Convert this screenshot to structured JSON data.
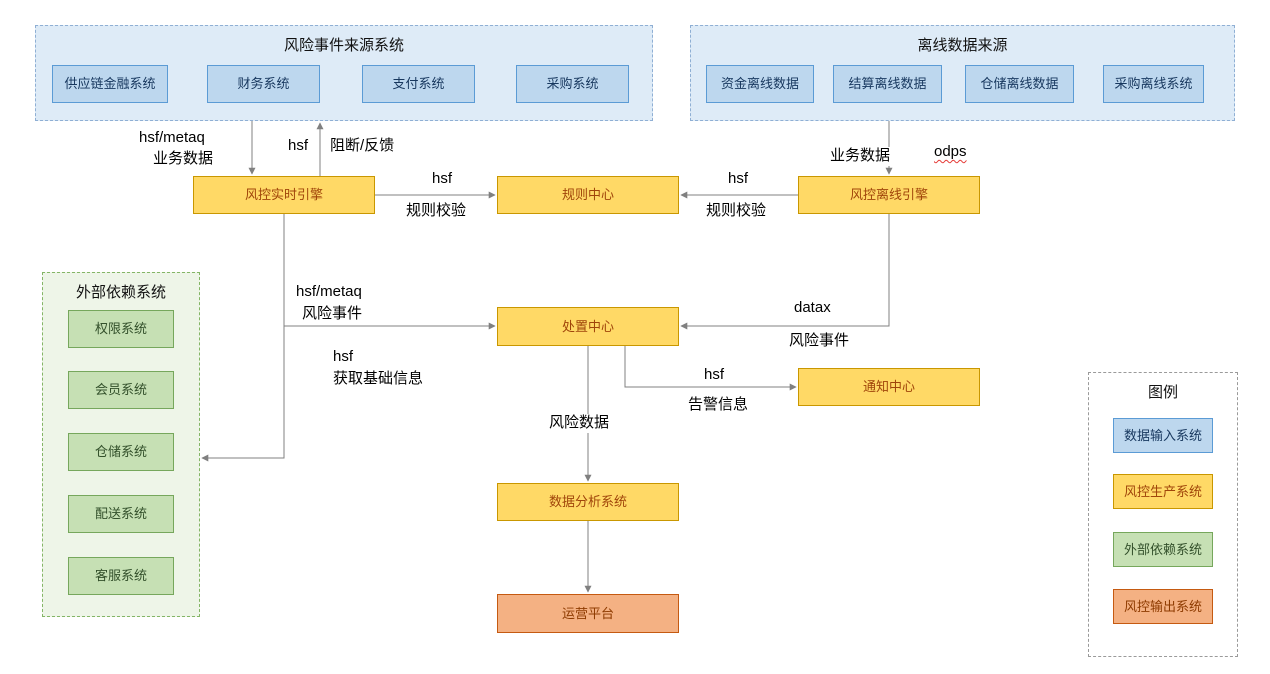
{
  "groups": {
    "risk_event_sources": {
      "title": "风险事件来源系统",
      "items": [
        "供应链金融系统",
        "财务系统",
        "支付系统",
        "采购系统"
      ]
    },
    "offline_data_sources": {
      "title": "离线数据来源",
      "items": [
        "资金离线数据",
        "结算离线数据",
        "仓储离线数据",
        "采购离线系统"
      ]
    },
    "external_dependencies": {
      "title": "外部依赖系统",
      "items": [
        "权限系统",
        "会员系统",
        "仓储系统",
        "配送系统",
        "客服系统"
      ]
    },
    "legend": {
      "title": "图例",
      "items": [
        {
          "label": "数据输入系统",
          "type": "blue"
        },
        {
          "label": "风控生产系统",
          "type": "yellow"
        },
        {
          "label": "外部依赖系统",
          "type": "green"
        },
        {
          "label": "风控输出系统",
          "type": "orange"
        }
      ]
    }
  },
  "nodes": {
    "realtime_engine": "风控实时引擎",
    "rule_center": "规则中心",
    "offline_engine": "风控离线引擎",
    "disposal_center": "处置中心",
    "notification_center": "通知中心",
    "data_analysis": "数据分析系统",
    "operation_platform": "运营平台"
  },
  "edge_labels": {
    "ingest_protocol": "hsf/metaq",
    "ingest_data": "业务数据",
    "feedback_protocol": "hsf",
    "feedback_action": "阻断/反馈",
    "realtime_rule_protocol": "hsf",
    "realtime_rule_action": "规则校验",
    "offline_rule_protocol": "hsf",
    "offline_rule_action": "规则校验",
    "offline_ingest_data": "业务数据",
    "offline_ingest_protocol": "odps",
    "realtime_event_protocol": "hsf/metaq",
    "realtime_event_data": "风险事件",
    "offline_event_protocol": "datax",
    "offline_event_data": "风险事件",
    "alert_protocol": "hsf",
    "alert_data": "告警信息",
    "basicinfo_protocol": "hsf",
    "basicinfo_data": "获取基础信息",
    "risk_data": "风险数据"
  },
  "colors": {
    "blue_fill": "#BDD7EE",
    "blue_border": "#5B9BD5",
    "yellow_fill": "#FFD966",
    "yellow_border": "#C99700",
    "green_fill": "#C6E0B4",
    "green_border": "#76A75C",
    "orange_fill": "#F4B183",
    "orange_border": "#C55A11",
    "container_blue_fill": "#DEEBF7",
    "container_green_fill": "#EEF5E8",
    "arrow": "#808080",
    "spellcheck_underline": "#E53935"
  }
}
